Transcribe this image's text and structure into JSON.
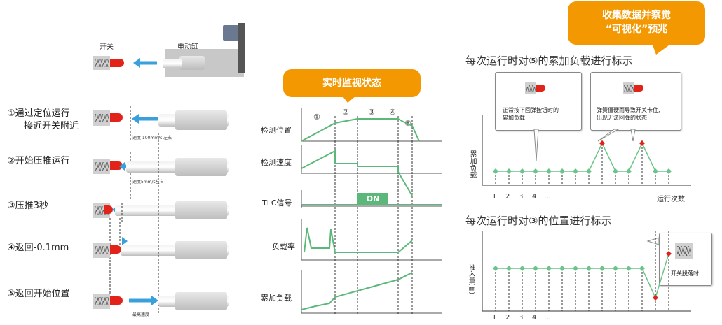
{
  "top_labels": {
    "switch": "开关",
    "cylinder": "电动缸"
  },
  "steps": [
    {
      "label_line1": "①通过定位运行",
      "label_line2": "接近开关附近",
      "speed_note": "速度 100mm/s 左右"
    },
    {
      "label_line1": "②开始压推运行",
      "speed_note": "速度5mm/s左右"
    },
    {
      "label_line1": "③压推3秒"
    },
    {
      "label_line1": "④返回-0.1mm"
    },
    {
      "label_line1": "⑤返回开始位置",
      "speed_note": "最高速度"
    }
  ],
  "middle": {
    "bubble": "实时监视状态",
    "phase_marks": [
      "①",
      "②",
      "③",
      "④",
      "⑤"
    ],
    "rows": [
      "检测位置",
      "检测速度",
      "TLC信号",
      "负载率",
      "累加负载"
    ],
    "on_label": "ON"
  },
  "right": {
    "bubble_line1": "收集数据并察觉",
    "bubble_line2": "“可视化”预兆",
    "chart1_title": "每次运行时对⑤的累加负载进行标示",
    "chart1_ylabel": "累加负载",
    "chart1_xlabel": "运行次数",
    "chart1_ticks": [
      "1",
      "2",
      "3",
      "4",
      "…"
    ],
    "callout_normal_l1": "正常按下回弹按钮时的",
    "callout_normal_l2": "累加负载",
    "callout_stuck_l1": "弹簧僵硬而导致开关卡住,",
    "callout_stuck_l2": "出现无法回弹的状态",
    "chart2_title": "每次运行时对③的位置进行标示",
    "chart2_ylabel": "推入量(㎜)",
    "chart2_ticks": [
      "1",
      "2",
      "3",
      "4",
      "…"
    ],
    "callout_fall": "开关脱落时"
  },
  "colors": {
    "accent": "#f39800",
    "green": "#5cb87a",
    "marker_green": "#6cc48a",
    "marker_red": "#e2231a",
    "red_part": "#e2231a",
    "blue_arrow": "#3aa0dc",
    "gray": "#c8c8c8"
  },
  "chart_data": [
    {
      "type": "scatter",
      "title": "每次运行时对⑤的累加负载进行标示",
      "ylabel": "累加负载",
      "xlabel": "运行次数",
      "x": [
        1,
        2,
        3,
        4,
        5,
        6,
        7,
        8,
        9,
        10,
        11,
        12,
        13,
        14
      ],
      "y": [
        1,
        1,
        1,
        1,
        1,
        1,
        1,
        1,
        3,
        1,
        1,
        3,
        1,
        1
      ],
      "abnormal_indices": [
        8,
        11
      ]
    },
    {
      "type": "scatter",
      "title": "每次运行时对③的位置进行标示",
      "ylabel": "推入量(㎜)",
      "x": [
        1,
        2,
        3,
        4,
        5,
        6,
        7,
        8,
        9,
        10,
        11,
        12,
        13,
        14
      ],
      "y": [
        2,
        2,
        2,
        2,
        2,
        2,
        2,
        2,
        2,
        2,
        2,
        2,
        0,
        3
      ],
      "abnormal_indices": [
        12,
        13
      ]
    }
  ]
}
